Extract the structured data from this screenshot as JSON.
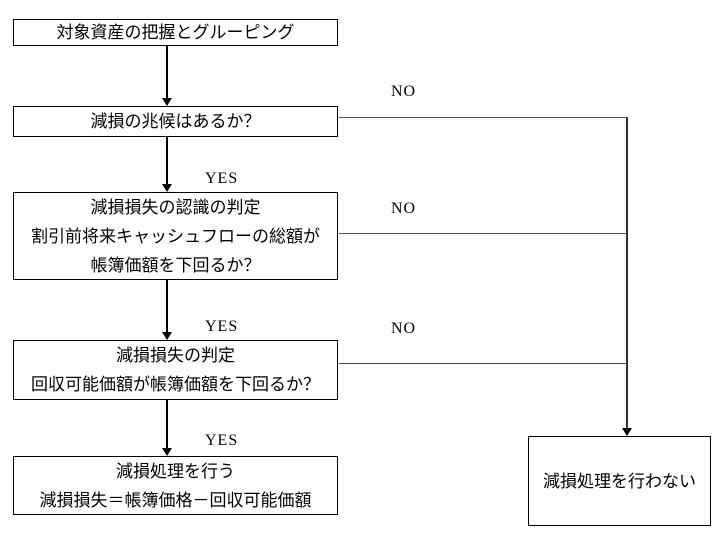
{
  "flowchart": {
    "nodes": {
      "grouping": {
        "line1": "対象資産の把握とグルーピング"
      },
      "indication": {
        "line1": "減損の兆候はあるか？"
      },
      "recognition": {
        "line1": "減損損失の認識の判定",
        "line2": "割引前将来キャッシュフローの総額が",
        "line3": "帳簿価額を下回るか？"
      },
      "measurement": {
        "line1": "減損損失の判定",
        "line2": "回収可能価額が帳簿価額を下回るか？"
      },
      "impairment": {
        "line1": "減損処理を行う",
        "line2": "減損損失＝帳簿価格－回収可能価額"
      },
      "no_impairment": {
        "line1": "減損処理を行わない"
      }
    },
    "branch_labels": {
      "yes": "YES",
      "no": "NO"
    },
    "colors": {
      "background": "#ffffff",
      "box_border": "#000000",
      "text": "#000000",
      "arrow": "#000000",
      "connector": "#555555"
    }
  }
}
